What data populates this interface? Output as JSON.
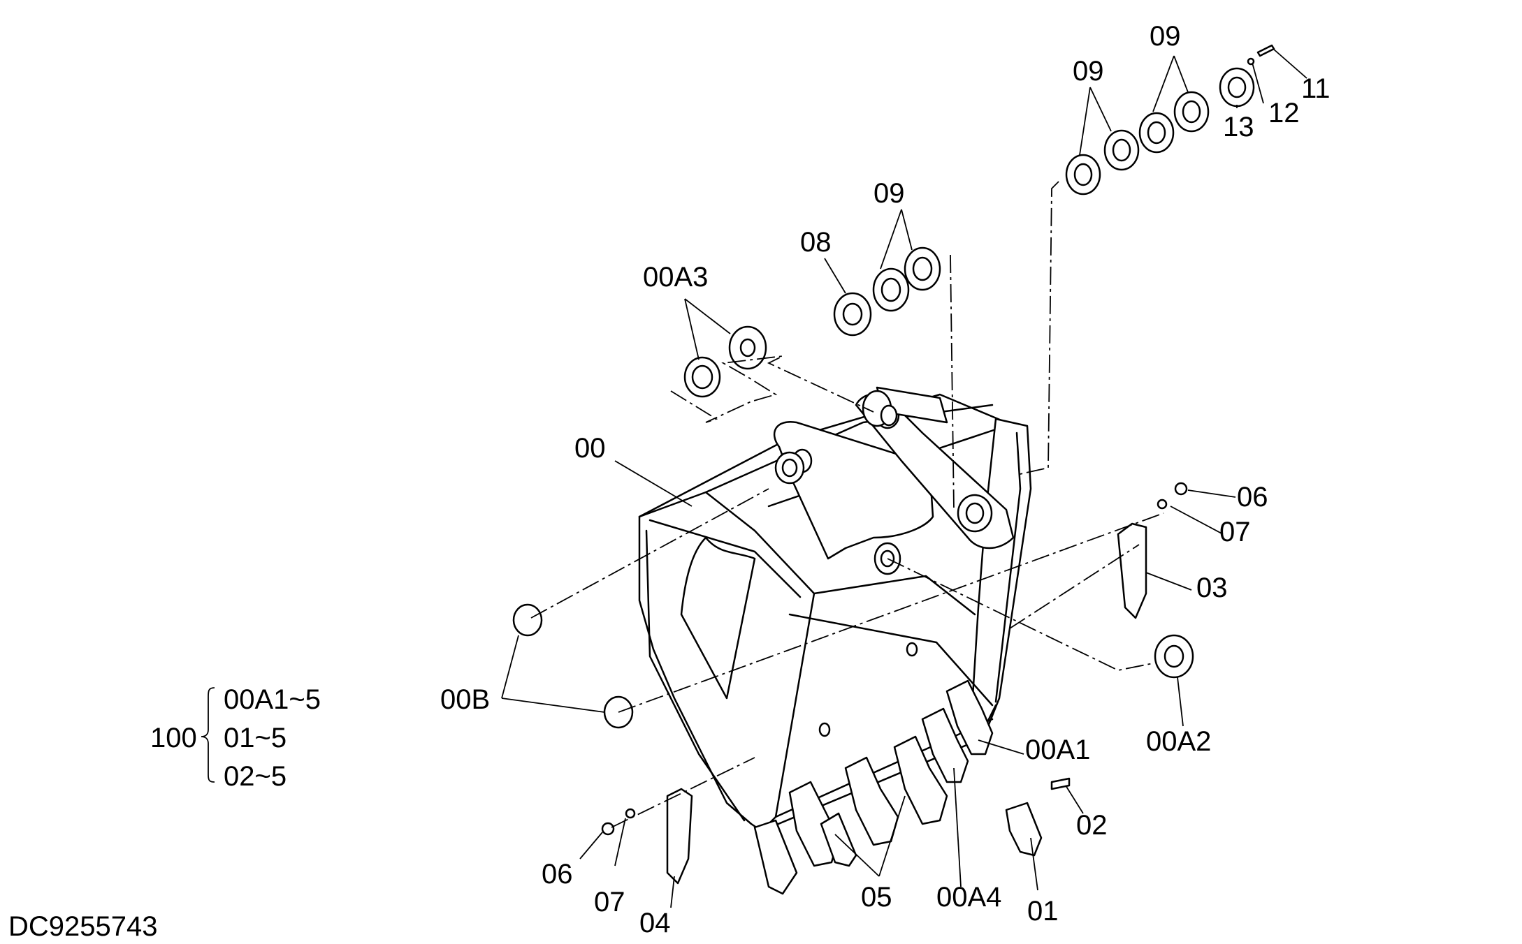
{
  "drawing_id": "DC9255743",
  "assembly": {
    "number": "100",
    "includes": [
      "00A1~5",
      "01~5",
      "02~5"
    ]
  },
  "callouts": {
    "c00": "00",
    "c00A1": "00A1",
    "c00A2": "00A2",
    "c00A3": "00A3",
    "c00A4": "00A4",
    "c00B": "00B",
    "c01": "01",
    "c02": "02",
    "c03": "03",
    "c04": "04",
    "c05": "05",
    "c06_right": "06",
    "c06_left": "06",
    "c07_right": "07",
    "c07_left": "07",
    "c08": "08",
    "c09_a": "09",
    "c09_b": "09",
    "c09_c": "09",
    "c11": "11",
    "c12": "12",
    "c13": "13"
  }
}
